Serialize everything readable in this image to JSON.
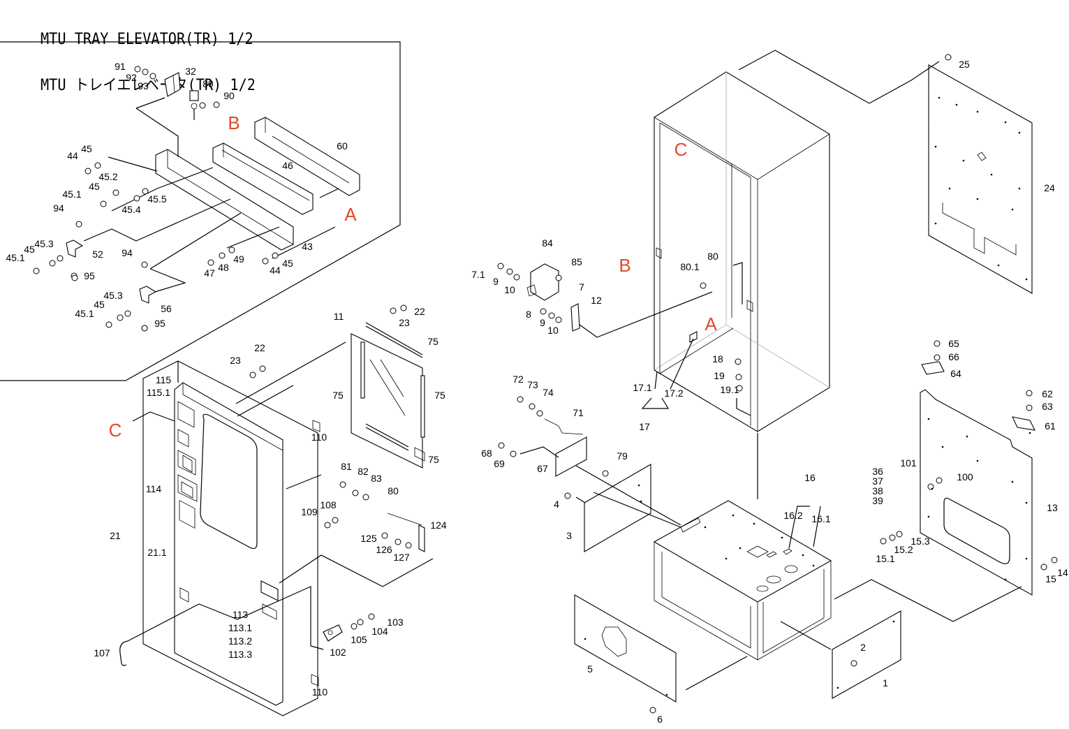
{
  "title": {
    "line1": "MTU TRAY ELEVATOR(TR) 1/2",
    "line2": "MTU トレイエレベータ(TR) 1/2"
  },
  "colors": {
    "reference_letters": "#e24a2a",
    "lines": "#000000",
    "hidden_edges": "#b8b8c8"
  },
  "ref_letters": [
    "B",
    "A",
    "C",
    "C",
    "B",
    "A"
  ],
  "labels": [
    "91",
    "92",
    "93",
    "32",
    "89",
    "90",
    "60",
    "46",
    "44",
    "45",
    "45",
    "45.2",
    "45.1",
    "45.4",
    "45.5",
    "94",
    "45.3",
    "45",
    "45.1",
    "52",
    "95",
    "43",
    "47",
    "48",
    "49",
    "44",
    "45",
    "94",
    "45.3",
    "45",
    "45.1",
    "56",
    "95",
    "22",
    "23",
    "11",
    "75",
    "75",
    "75",
    "75",
    "22",
    "23",
    "115",
    "115.1",
    "110",
    "114",
    "21",
    "21.1",
    "109",
    "108",
    "81",
    "82",
    "83",
    "80",
    "124",
    "125",
    "126",
    "127",
    "113",
    "113.1",
    "113.2",
    "113.3",
    "103",
    "104",
    "105",
    "102",
    "107",
    "110",
    "25",
    "24",
    "84",
    "85",
    "7.1",
    "9",
    "10",
    "7",
    "12",
    "8",
    "9",
    "10",
    "80",
    "80.1",
    "18",
    "19",
    "19.1",
    "17.1",
    "17.2",
    "17",
    "72",
    "73",
    "74",
    "71",
    "68",
    "69",
    "67",
    "79",
    "4",
    "3",
    "16",
    "16.2",
    "16.1",
    "5",
    "6",
    "2",
    "1",
    "65",
    "66",
    "64",
    "62",
    "63",
    "61",
    "101",
    "100",
    "36",
    "37",
    "38",
    "39",
    "13",
    "15.1",
    "15.2",
    "15.3",
    "15",
    "14"
  ]
}
